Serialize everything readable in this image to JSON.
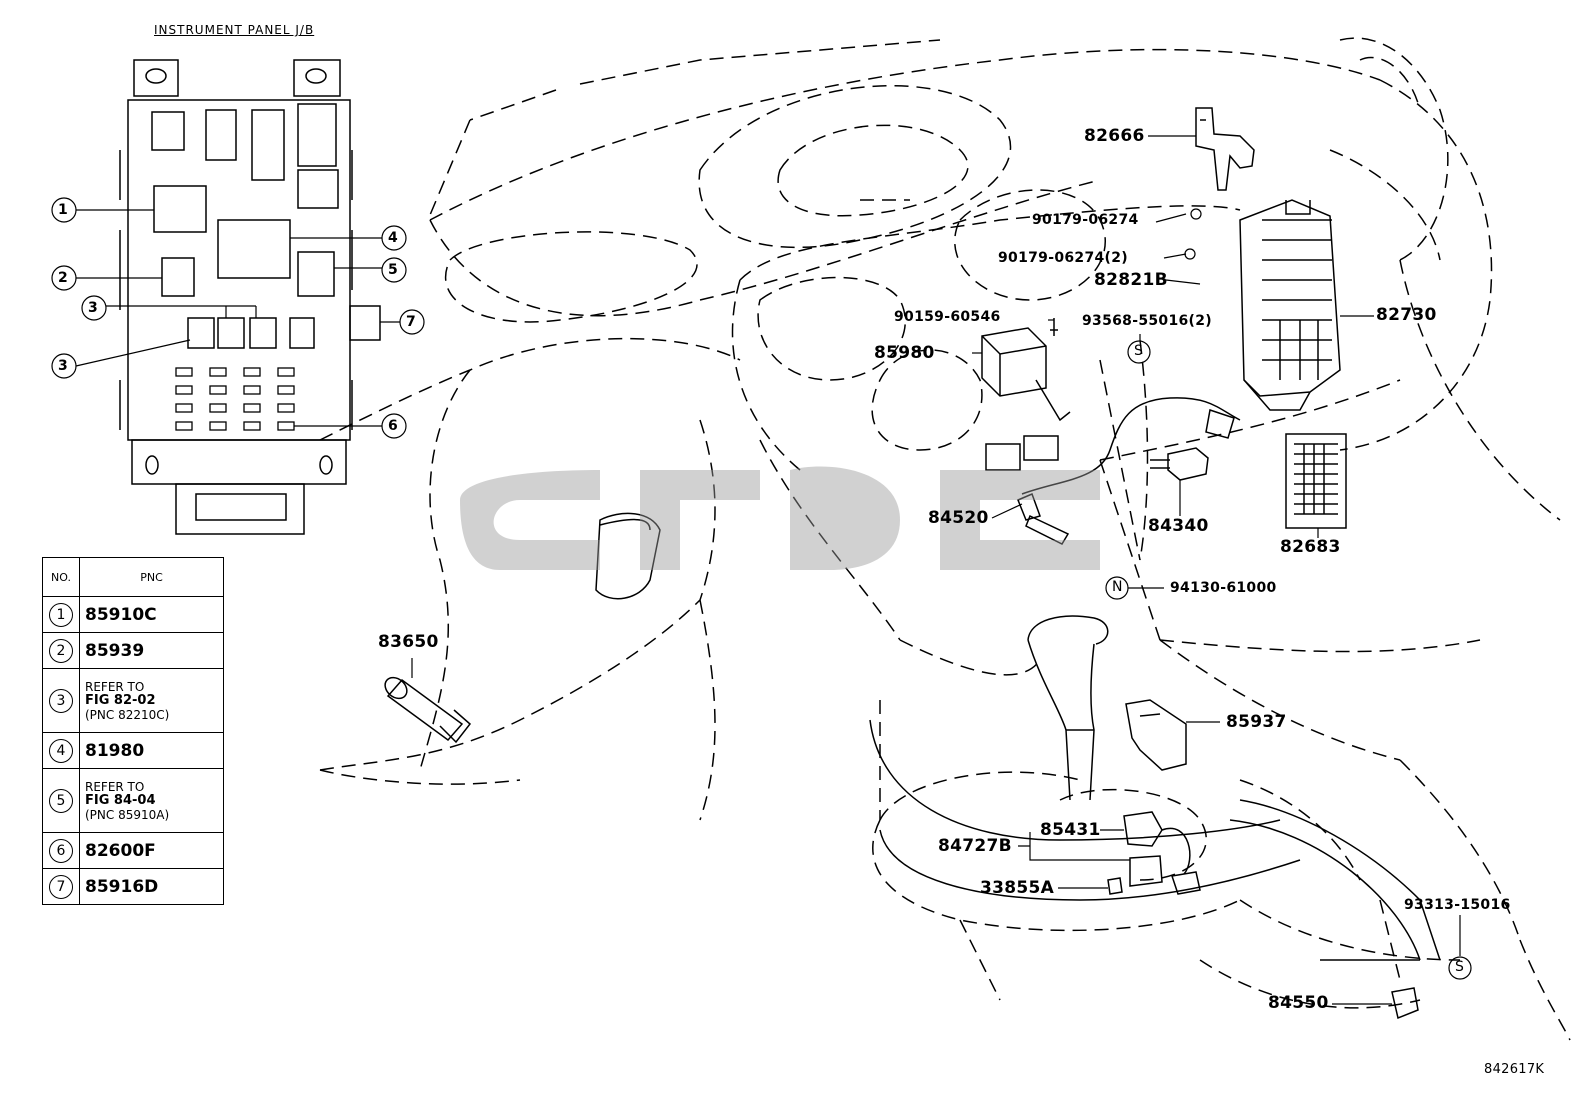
{
  "title": "INSTRUMENT PANEL J/B",
  "table": {
    "header_no": "NO.",
    "header_pnc": "PNC",
    "rows": [
      {
        "no": "1",
        "pnc": "85910C",
        "ref": false
      },
      {
        "no": "2",
        "pnc": "85939",
        "ref": false
      },
      {
        "no": "3",
        "pnc": "REFER TO",
        "ref": true,
        "line2": "FIG 82-02",
        "line3": "(PNC 82210C)"
      },
      {
        "no": "4",
        "pnc": "81980",
        "ref": false
      },
      {
        "no": "5",
        "pnc": "REFER TO",
        "ref": true,
        "line2": "FIG 84-04",
        "line3": "(PNC 85910A)"
      },
      {
        "no": "6",
        "pnc": "82600F",
        "ref": false
      },
      {
        "no": "7",
        "pnc": "85916D",
        "ref": false
      }
    ]
  },
  "jb_callouts": [
    "1",
    "2",
    "3",
    "3",
    "4",
    "5",
    "6",
    "7"
  ],
  "parts": {
    "p82666": "82666",
    "p90179a": "90179-06274",
    "p90179b": "90179-06274(2)",
    "p82821b": "82821B",
    "p82730": "82730",
    "p90159": "90159-60546",
    "p93568": "93568-55016(2)",
    "p85980": "85980",
    "p84520": "84520",
    "p84340": "84340",
    "p82683": "82683",
    "p94130": "94130-61000",
    "p83650": "83650",
    "p85937": "85937",
    "p85431": "85431",
    "p84727b": "84727B",
    "p33855a": "33855A",
    "p93313": "93313-15016",
    "p84550": "84550"
  },
  "markers": {
    "s1": "S",
    "n1": "N",
    "s2": "S"
  },
  "figure_code": "842617K"
}
